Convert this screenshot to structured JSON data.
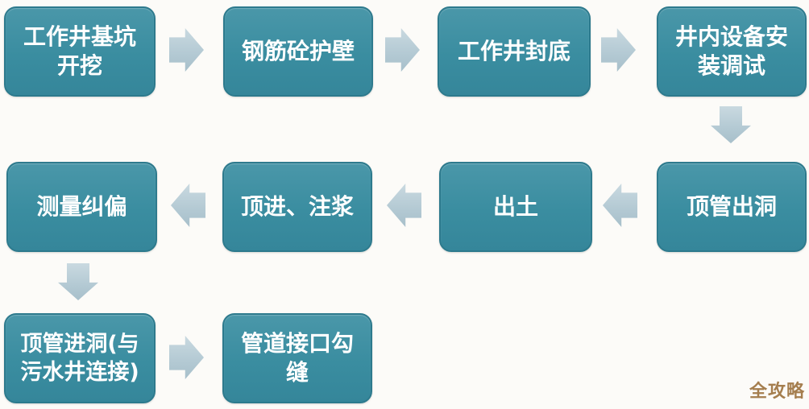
{
  "diagram": {
    "type": "flowchart",
    "steps": [
      {
        "label": "工作井基坑\n开挖"
      },
      {
        "label": "钢筋砼护壁"
      },
      {
        "label": "工作井封底"
      },
      {
        "label": "井内设备安\n装调试"
      },
      {
        "label": "顶管出洞"
      },
      {
        "label": "出土"
      },
      {
        "label": "顶进、注浆"
      },
      {
        "label": "测量纠偏"
      },
      {
        "label": "顶管进洞(与\n污水井连接)"
      },
      {
        "label": "管道接口勾\n缝"
      }
    ],
    "flow_order": [
      "工作井基坑开挖",
      "钢筋砼护壁",
      "工作井封底",
      "井内设备安装调试",
      "顶管出洞",
      "出土",
      "顶进、注浆",
      "测量纠偏",
      "顶管进洞(与污水井连接)",
      "管道接口勾缝"
    ],
    "arrows": [
      "arrow-right-icon",
      "arrow-right-icon",
      "arrow-right-icon",
      "arrow-down-icon",
      "arrow-left-icon",
      "arrow-left-icon",
      "arrow-left-icon",
      "arrow-down-icon",
      "arrow-right-icon"
    ],
    "colors": {
      "node_fill": "#3a8da0",
      "node_border": "#2d7a8d",
      "node_text": "#ffffff",
      "arrow_fill": "#b7ccd5",
      "background": "#fcfbf8",
      "watermark": "#a57e4e"
    },
    "watermark": {
      "text": "全攻略"
    }
  }
}
